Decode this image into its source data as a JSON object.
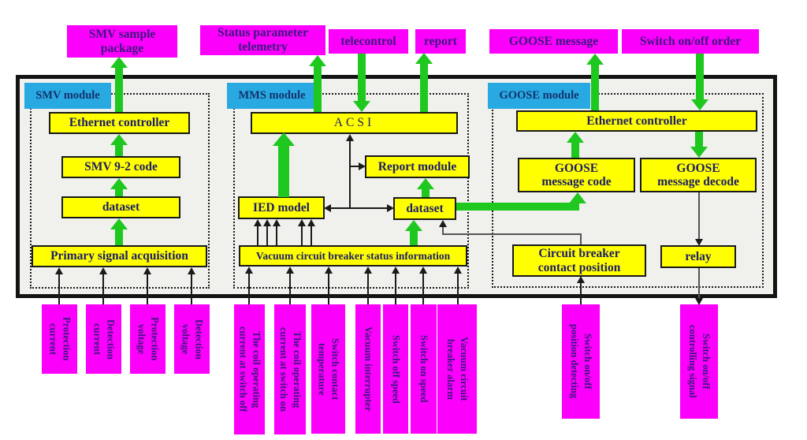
{
  "colors": {
    "magenta": "#fb00fb",
    "yellow": "#ffff00",
    "module_blue": "#29a9e1",
    "arrow_green": "#1ec81e",
    "board_background": "#f0f0ed",
    "box_text": "#1c1c6b"
  },
  "top_outputs": {
    "smv_sample": "SMV sample\npackage",
    "status_telemetry": "Status parameter\ntelemetry",
    "telecontrol": "telecontrol",
    "report": "report",
    "goose_message": "GOOSE message",
    "switch_order": "Switch on/off order"
  },
  "modules": {
    "smv": "SMV module",
    "mms": "MMS module",
    "goose": "GOOSE module"
  },
  "smv": {
    "ethernet": "Ethernet controller",
    "code": "SMV 9-2 code",
    "dataset": "dataset",
    "acquisition": "Primary signal acquisition"
  },
  "mms": {
    "acsi": "ACSI",
    "ied_model": "IED model",
    "report_module": "Report module",
    "dataset": "dataset",
    "vcb_status": "Vacuum circuit breaker status information"
  },
  "goose": {
    "ethernet": "Ethernet controller",
    "message_code": "GOOSE\nmessage code",
    "message_decode": "GOOSE\nmessage decode",
    "contact_position": "Circuit breaker\ncontact position",
    "relay": "relay"
  },
  "inputs": {
    "protection_current": "Protection\ncurrent",
    "detection_current": "Detection\ncurrent",
    "protection_voltage": "Protection\nvoltage",
    "detection_voltage": "Detection\nvoltage",
    "coil_current_off": "The coil operating\ncurrent at switch off",
    "coil_current_on": "The coil operating\ncurrent at switch on",
    "contact_temperature": "Switch contact\ntemperature",
    "vacuum_interrupter": "Vacuum interrupter",
    "switch_off_speed": "Switch off speed",
    "switch_on_speed": "Switch on speed",
    "breaker_alarm": "Vacuum circuit\nbreaker alarm",
    "position_detecting": "Switch on/off\nposition detecting",
    "controlling_signal": "Switch on/off\ncontrolling signal"
  }
}
